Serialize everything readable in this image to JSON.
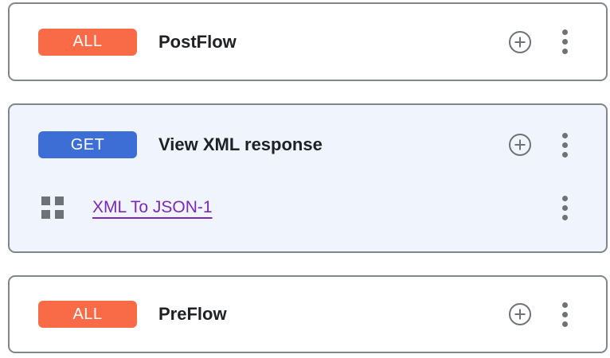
{
  "colors": {
    "badge_all": "#F96A46",
    "badge_get": "#3C6ED6",
    "card_border": "#80868B",
    "selected_card_bg": "#F0F4FC",
    "icon_gray": "#6E7277",
    "title_text": "#202124",
    "link_purple": "#7C28B8"
  },
  "icons": {
    "add_policy": "circle-plus-icon",
    "more_options": "kebab-menu-icon",
    "policy": "grid-squares-icon"
  },
  "flows": [
    {
      "method": "ALL",
      "name": "PostFlow",
      "selected": false,
      "policies": []
    },
    {
      "method": "GET",
      "name": "View XML response",
      "selected": true,
      "policies": [
        "XML To JSON-1"
      ]
    },
    {
      "method": "ALL",
      "name": "PreFlow",
      "selected": false,
      "policies": []
    }
  ]
}
